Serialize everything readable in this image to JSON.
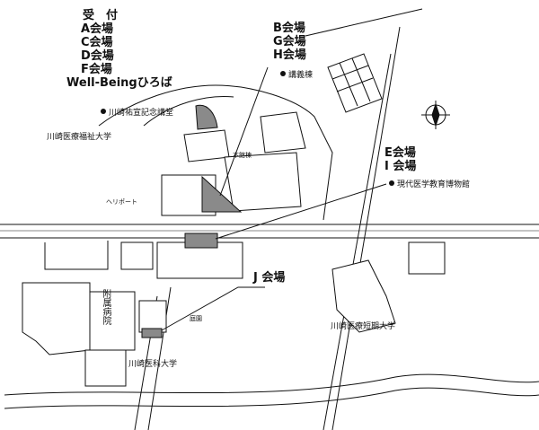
{
  "venues": {
    "group1": [
      "受　付",
      "A会場",
      "C会場",
      "D会場",
      "F会場",
      "Well-Beingひろば"
    ],
    "group2": [
      "B会場",
      "G会場",
      "H会場"
    ],
    "group3": [
      "E会場",
      "I 会場"
    ],
    "group4": "J 会場"
  },
  "places": {
    "memorial_hall": "川崎祐宣記念講堂",
    "lecture_building": "講義棟",
    "museum": "現代医学教育博物館",
    "welfare_univ": "川崎医療福祉大学",
    "junior_college": "川崎医療短期大学",
    "medical_school": "川崎医科大学",
    "hospital": "附属病院",
    "heliport": "ヘリポート",
    "main_building": "本館棟",
    "garden": "庭園"
  },
  "colors": {
    "line": "#111111",
    "highlight": "#8a8a8a",
    "building": "#ffffff",
    "background": "#ffffff"
  }
}
